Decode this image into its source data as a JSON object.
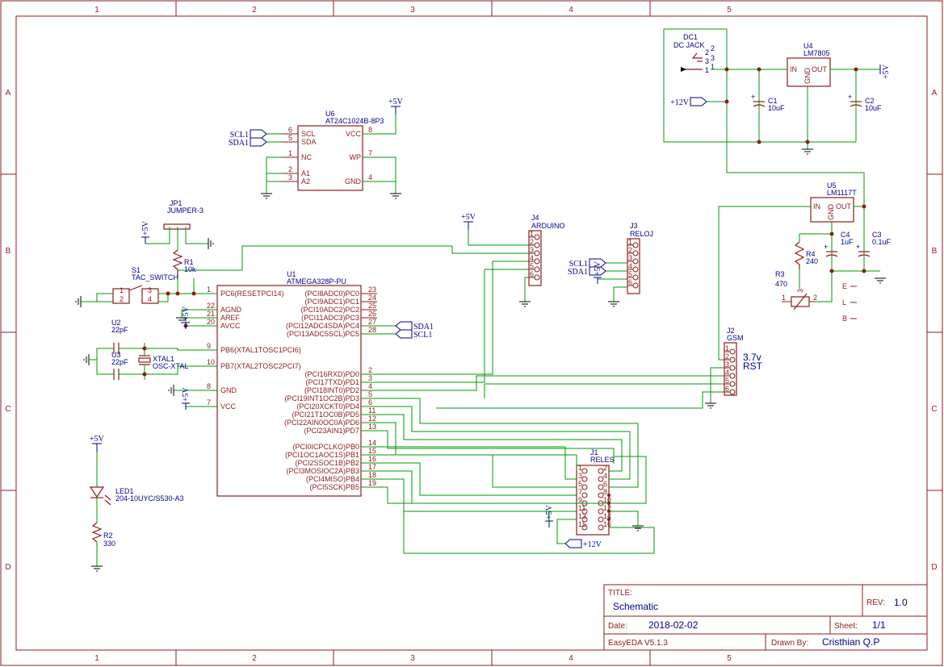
{
  "border": {
    "columns": [
      "1",
      "2",
      "3",
      "4",
      "5"
    ],
    "rows": [
      "A",
      "B",
      "C",
      "D"
    ]
  },
  "title_block": {
    "title_label": "TITLE:",
    "title": "Schematic",
    "rev_label": "REV:",
    "rev": "1.0",
    "date_label": "Date:",
    "date": "2018-02-02",
    "sheet_label": "Sheet:",
    "sheet": "1/1",
    "tool": "EasyEDA V5.1.3",
    "drawn_label": "Drawn By:",
    "drawn_by": "Cristhian Q.P"
  },
  "components": {
    "u1": {
      "ref": "U1",
      "value": "ATMEGA328P-PU"
    },
    "u4": {
      "ref": "U4",
      "value": "LM7805",
      "in": "IN",
      "out": "OUT",
      "gnd": "GND"
    },
    "u5": {
      "ref": "U5",
      "value": "LM1117T",
      "in": "IN",
      "out": "OUT",
      "gnd": "GND"
    },
    "u6": {
      "ref": "U6",
      "value": "AT24C1024B-8P3"
    },
    "dc1": {
      "ref": "DC1",
      "value": "DC JACK"
    },
    "jp1": {
      "ref": "JP1",
      "value": "JUMPER-3"
    },
    "r1": {
      "ref": "R1",
      "value": "10k"
    },
    "s1": {
      "ref": "S1",
      "value": "TAC_SWITCH"
    },
    "u2": {
      "ref": "U2",
      "value": "22pF"
    },
    "u3": {
      "ref": "U3",
      "value": "22pF"
    },
    "xtal1": {
      "ref": "XTAL1",
      "value": "OSC-XTAL"
    },
    "led1": {
      "ref": "LED1",
      "value": "204-10UYC/S530-A3"
    },
    "r2": {
      "ref": "R2",
      "value": "330"
    },
    "c1": {
      "ref": "C1",
      "value": "10uF"
    },
    "c2": {
      "ref": "C2",
      "value": "10uF"
    },
    "c3": {
      "ref": "C3",
      "value": "0.1uF"
    },
    "c4": {
      "ref": "C4",
      "value": "1uF"
    },
    "r3": {
      "ref": "R3",
      "value": "470"
    },
    "r4": {
      "ref": "R4",
      "value": "240"
    },
    "j1": {
      "ref": "J1",
      "value": "RELES"
    },
    "j2": {
      "ref": "J2",
      "value": "GSM"
    },
    "j3": {
      "ref": "J3",
      "value": "RELOJ"
    },
    "j4": {
      "ref": "J4",
      "value": "ARDUINO"
    }
  },
  "u1_left_pins": [
    {
      "num": "1",
      "name": "PC6(RESETPCI14)"
    },
    {
      "num": "22",
      "name": "AGND"
    },
    {
      "num": "21",
      "name": "AREF"
    },
    {
      "num": "20",
      "name": "AVCC"
    },
    {
      "num": "9",
      "name": "PB6(XTAL1TOSC1PCI6)"
    },
    {
      "num": "10",
      "name": "PB7(XTAL2TOSC2PCI7)"
    },
    {
      "num": "8",
      "name": "GND"
    },
    {
      "num": "7",
      "name": "VCC"
    }
  ],
  "u1_right_pins": [
    {
      "num": "23",
      "name": "(PCI8ADC0)PC0"
    },
    {
      "num": "24",
      "name": "(PCI9ADC1)PC1"
    },
    {
      "num": "25",
      "name": "(PCI10ADC2)PC2"
    },
    {
      "num": "26",
      "name": "(PCI11ADC3)PC3"
    },
    {
      "num": "27",
      "name": "(PCI12ADC4SDA)PC4"
    },
    {
      "num": "28",
      "name": "(PCI13ADC5SCL)PC5"
    },
    {
      "num": "2",
      "name": "(PCI16RXD)PD0"
    },
    {
      "num": "3",
      "name": "(PCI17TXD)PD1"
    },
    {
      "num": "4",
      "name": "(PCI18INT0)PD2"
    },
    {
      "num": "5",
      "name": "(PCI19INT1OC2B)PD3"
    },
    {
      "num": "6",
      "name": "(PCI20XCKT0)PD4"
    },
    {
      "num": "11",
      "name": "(PCI21T1OC0B)PD5"
    },
    {
      "num": "12",
      "name": "(PCI22AIN0OC0A)PD6"
    },
    {
      "num": "13",
      "name": "(PCI23AIN1)PD7"
    },
    {
      "num": "14",
      "name": "(PCI0ICPCLKO)PB0"
    },
    {
      "num": "15",
      "name": "(PCI1OC1AOC1S)PB1"
    },
    {
      "num": "16",
      "name": "(PCI2SSOC1B)PB2"
    },
    {
      "num": "17",
      "name": "(PCI3MOSIOC2A)PB3"
    },
    {
      "num": "18",
      "name": "(PCI4MISO)PB4"
    },
    {
      "num": "19",
      "name": "(PCI5SCK)PB5"
    }
  ],
  "u6_pins": {
    "left": [
      {
        "num": "6",
        "name": "SCL"
      },
      {
        "num": "5",
        "name": "SDA"
      },
      {
        "num": "1",
        "name": "NC"
      },
      {
        "num": "2",
        "name": "A1"
      },
      {
        "num": "3",
        "name": "A2"
      }
    ],
    "right": [
      {
        "num": "8",
        "name": "VCC"
      },
      {
        "num": "7",
        "name": "WP"
      },
      {
        "num": "4",
        "name": "GND"
      }
    ]
  },
  "nets": {
    "p5v": "+5V",
    "p12v": "+12V",
    "scl": "SCL1",
    "sda": "SDA1"
  },
  "notes": {
    "v37": "3.7v",
    "rst": "RST",
    "e": "E",
    "l": "L",
    "b": "B"
  },
  "dc_pins": [
    "2",
    "3",
    "1"
  ]
}
